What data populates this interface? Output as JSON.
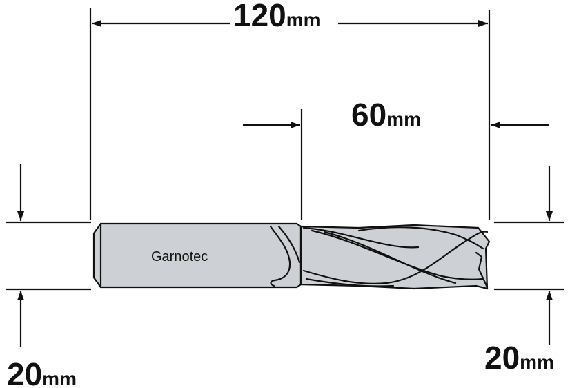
{
  "dimensions": {
    "overall_length": {
      "value": "120",
      "unit": "mm"
    },
    "cutting_length": {
      "value": "60",
      "unit": "mm"
    },
    "shank_diameter": {
      "value": "20",
      "unit": "mm"
    },
    "cutting_diameter": {
      "value": "20",
      "unit": "mm"
    }
  },
  "tool": {
    "brand_label": "Garnotec"
  },
  "colors": {
    "tool_fill": "#cdd0d4",
    "line": "#111111",
    "background": "#ffffff"
  }
}
